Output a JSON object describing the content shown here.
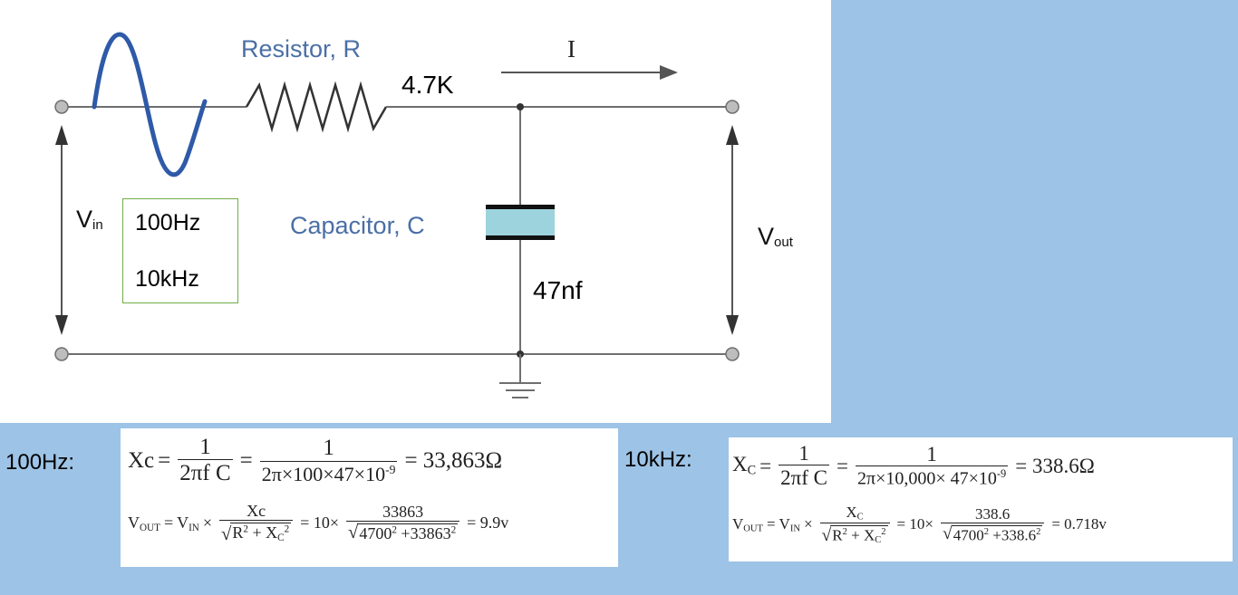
{
  "circuit": {
    "resistor_label": "Resistor, R",
    "resistor_value": "4.7K",
    "current_label": "I",
    "capacitor_label": "Capacitor, C",
    "capacitor_value": "47nf",
    "vin_main": "V",
    "vin_sub": "in",
    "vout_main": "V",
    "vout_sub": "out",
    "frequencies": [
      "100Hz",
      "10kHz"
    ]
  },
  "colors": {
    "background": "#9dc3e6",
    "wire": "#6f6f6f",
    "source_wave": "#2e5aa8",
    "capacitor_fill": "#9dd3dc",
    "label_blue": "#4a6fa6",
    "freq_box_border": "#70ad47"
  },
  "case_100hz": {
    "label": "100Hz:",
    "xc_symbol": "Xc",
    "xc_eq": "=",
    "frac1_num": "1",
    "frac1_den": "2πf C",
    "frac2_num": "1",
    "frac2_den": "2π×100×47×10",
    "frac2_den_exp": "-9",
    "xc_result": "= 33,863Ω",
    "vout_lhs": "V",
    "vout_lhs_sub": "OUT",
    "vin": "V",
    "vin_sub": "IN",
    "times": "×",
    "frac3_num": "Xc",
    "frac3_den_r": "R",
    "frac3_den_x": "X",
    "frac3_den_x_sub": "C",
    "mid": "= 10×",
    "frac4_num": "33863",
    "frac4_den_a": "4700",
    "frac4_den_b": "33863",
    "vout_result": "= 9.9v"
  },
  "case_10khz": {
    "label": "10kHz:",
    "xc_symbol": "X",
    "xc_symbol_sub": "C",
    "xc_eq": "=",
    "frac1_num": "1",
    "frac1_den": "2πf C",
    "frac2_num": "1",
    "frac2_den": "2π×10,000× 47×10",
    "frac2_den_exp": "-9",
    "xc_result": "= 338.6Ω",
    "vout_lhs": "V",
    "vout_lhs_sub": "OUT",
    "vin": "V",
    "vin_sub": "IN",
    "times": "×",
    "frac3_num": "X",
    "frac3_num_sub": "C",
    "frac3_den_r": "R",
    "frac3_den_x": "X",
    "frac3_den_x_sub": "C",
    "mid": "= 10×",
    "frac4_num": "338.6",
    "frac4_den_a": "4700",
    "frac4_den_b": "338.6",
    "vout_result": "= 0.718v"
  }
}
